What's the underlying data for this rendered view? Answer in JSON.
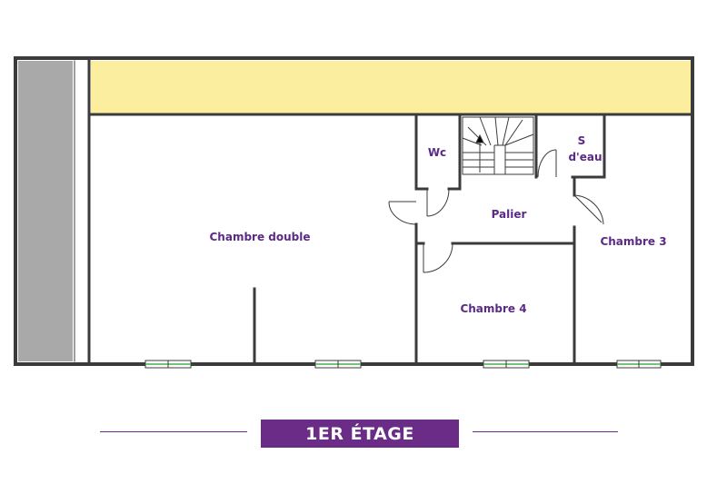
{
  "colors": {
    "label": "#5b2a86",
    "banner": "#6a2c86",
    "banner_text": "#ffffff",
    "wall": "#3b3b3b",
    "terrace": "#fbef9f",
    "grey_band": "#a9a9a9",
    "window": "#4caf50"
  },
  "rooms": {
    "chambre_double": "Chambre double",
    "wc": "Wc",
    "palier": "Palier",
    "s_deau_line1": "S",
    "s_deau_line2": "d'eau",
    "chambre_3": "Chambre 3",
    "chambre_4": "Chambre 4"
  },
  "banner": {
    "label": "1ER ÉTAGE"
  }
}
